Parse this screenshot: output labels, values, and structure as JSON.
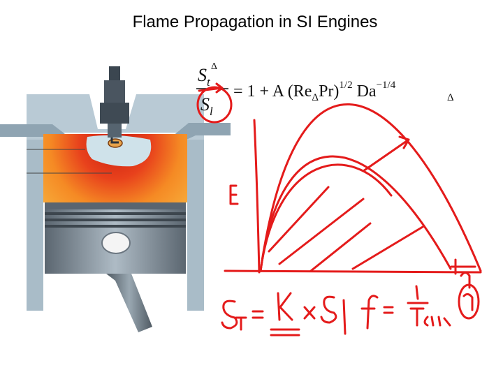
{
  "slide": {
    "title": "Flame Propagation in SI Engines"
  },
  "equation": {
    "numerator": "S",
    "numerator_sub": "t",
    "numerator_sup": "Δ",
    "denominator": "S",
    "denominator_sub": "l",
    "rhs_main": "= 1 + A (Re",
    "rhs_sub1": "Δ",
    "rhs_mid": "Pr)",
    "rhs_exp1": "1/2",
    "rhs_da": "Da",
    "rhs_sub2": "Δ",
    "rhs_exp2": "−1/4"
  },
  "colors": {
    "annotation": "#e41b1b",
    "flame_outer": "#e23b1a",
    "flame_inner": "#f7b02a",
    "metal": "#9fb4c1"
  }
}
